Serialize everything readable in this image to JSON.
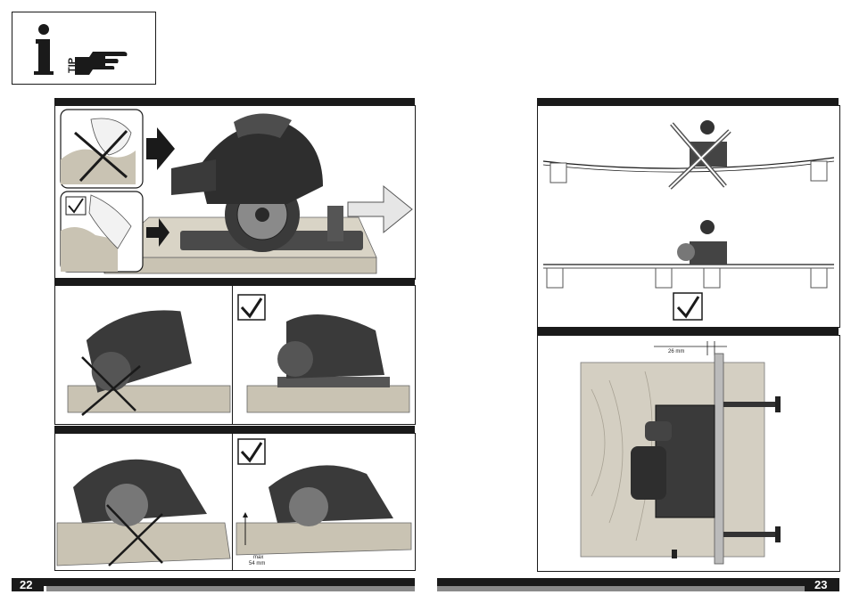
{
  "tip_badge": {
    "label": "TIP",
    "icon": "info-icon"
  },
  "page_left": {
    "number": "22"
  },
  "page_right": {
    "number": "23"
  },
  "annotations": {
    "max_label": "max",
    "depth_label": "54 mm",
    "clearance_label": "26 mm"
  },
  "icons": {
    "correct": "checkmark-icon",
    "wrong": "cross-icon",
    "push": "arrow-right-icon"
  },
  "colors": {
    "tool_dark": "#3a3a3a",
    "wood": "#c9c3b3",
    "grid_gray": "#8a8a8a",
    "frame": "#1a1a1a"
  }
}
